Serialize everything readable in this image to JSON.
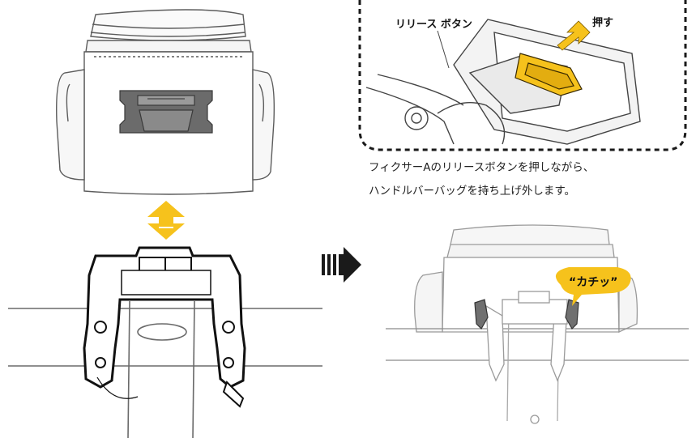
{
  "callout": {
    "release_button_label": "リリース ボタン",
    "push_label": "押す"
  },
  "instruction": {
    "line1": "フィクサーAのリリースボタンを押しながら、",
    "line2": "ハンドルバーバッグを持ち上げ外します。"
  },
  "sound_effect": "“カチッ”",
  "colors": {
    "accent_yellow": "#f6c21c",
    "arrow_dark": "#1a1a1a",
    "outline": "#111111",
    "bag_gray": "#6b6b6b",
    "panel_gray": "#f3f3f3"
  }
}
